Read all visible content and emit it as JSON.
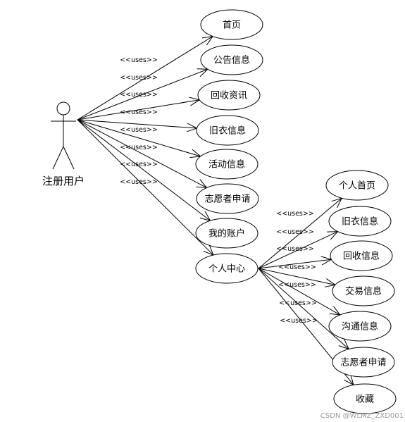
{
  "actor": {
    "name": "注册用户"
  },
  "edge_label": "<<uses>>",
  "use_cases": [
    {
      "id": "home",
      "label": "首页"
    },
    {
      "id": "notice",
      "label": "公告信息"
    },
    {
      "id": "recycle_news",
      "label": "回收资讯"
    },
    {
      "id": "old_clothes",
      "label": "旧衣信息"
    },
    {
      "id": "activity",
      "label": "活动信息"
    },
    {
      "id": "volunteer_apply",
      "label": "志愿者申请"
    },
    {
      "id": "my_account",
      "label": "我的账户"
    },
    {
      "id": "personal_center",
      "label": "个人中心"
    }
  ],
  "sub_use_cases": [
    {
      "id": "p_home",
      "label": "个人首页"
    },
    {
      "id": "p_old_clothes",
      "label": "旧衣信息"
    },
    {
      "id": "p_recycle",
      "label": "回收信息"
    },
    {
      "id": "p_trade",
      "label": "交易信息"
    },
    {
      "id": "p_comm",
      "label": "沟通信息"
    },
    {
      "id": "p_volunteer",
      "label": "志愿者申请"
    },
    {
      "id": "p_favorites",
      "label": "收藏"
    }
  ],
  "watermark": "CSDN @WLMZ_ZXD001"
}
